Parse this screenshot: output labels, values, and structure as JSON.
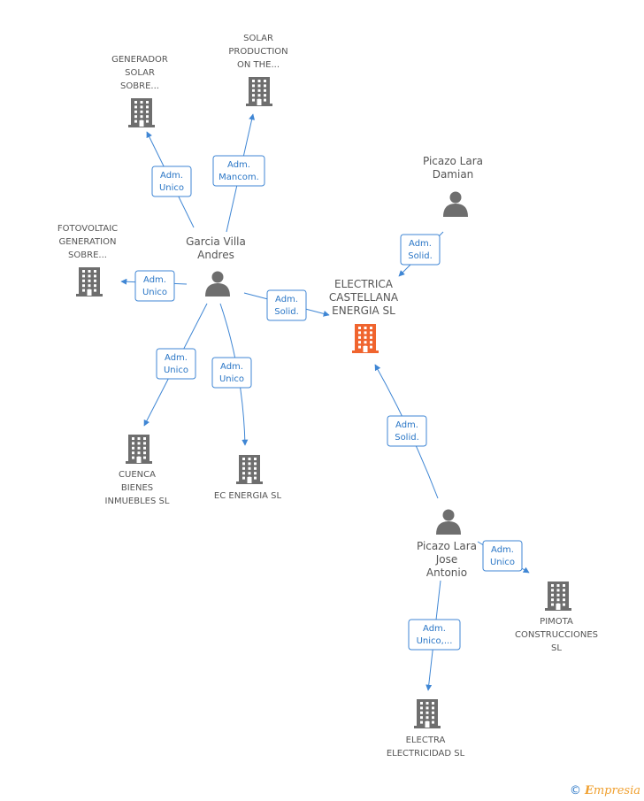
{
  "colors": {
    "building": "#6e6e6e",
    "main_building": "#f0642e",
    "person": "#6e6e6e",
    "edge": "#3f86d4"
  },
  "nodes": [
    {
      "id": "generador",
      "type": "company",
      "icon": "building-icon",
      "lines": [
        "GENERADOR",
        "SOLAR",
        "SOBRE..."
      ]
    },
    {
      "id": "solar_prod",
      "type": "company",
      "icon": "building-icon",
      "lines": [
        "SOLAR",
        "PRODUCTION",
        "ON THE..."
      ]
    },
    {
      "id": "fotovoltaic",
      "type": "company",
      "icon": "building-icon",
      "lines": [
        "FOTOVOLTAIC",
        "GENERATION",
        "SOBRE..."
      ]
    },
    {
      "id": "garcia",
      "type": "person",
      "icon": "person-icon",
      "lines": [
        "Garcia Villa",
        "Andres"
      ]
    },
    {
      "id": "picazo_damian",
      "type": "person",
      "icon": "person-icon",
      "lines": [
        "Picazo Lara",
        "Damian"
      ]
    },
    {
      "id": "electrica",
      "type": "main",
      "icon": "building-icon",
      "lines": [
        "ELECTRICA",
        "CASTELLANA",
        "ENERGIA SL"
      ]
    },
    {
      "id": "cuenca",
      "type": "company",
      "icon": "building-icon",
      "lines": [
        "CUENCA",
        "BIENES",
        "INMUEBLES SL"
      ]
    },
    {
      "id": "ec_energia",
      "type": "company",
      "icon": "building-icon",
      "lines": [
        "EC ENERGIA SL"
      ]
    },
    {
      "id": "picazo_jose",
      "type": "person",
      "icon": "person-icon",
      "lines": [
        "Picazo Lara",
        "Jose",
        "Antonio"
      ]
    },
    {
      "id": "pimota",
      "type": "company",
      "icon": "building-icon",
      "lines": [
        "PIMOTA",
        "CONSTRUCCIONES",
        "SL"
      ]
    },
    {
      "id": "electra",
      "type": "company",
      "icon": "building-icon",
      "lines": [
        "ELECTRA",
        "ELECTRICIDAD SL"
      ]
    }
  ],
  "edges": [
    {
      "from": "garcia",
      "to": "generador",
      "lines": [
        "Adm.",
        "Unico"
      ]
    },
    {
      "from": "garcia",
      "to": "solar_prod",
      "lines": [
        "Adm.",
        "Mancom."
      ]
    },
    {
      "from": "garcia",
      "to": "fotovoltaic",
      "lines": [
        "Adm.",
        "Unico"
      ]
    },
    {
      "from": "garcia",
      "to": "electrica",
      "lines": [
        "Adm.",
        "Solid."
      ]
    },
    {
      "from": "garcia",
      "to": "cuenca",
      "lines": [
        "Adm.",
        "Unico"
      ]
    },
    {
      "from": "garcia",
      "to": "ec_energia",
      "lines": [
        "Adm.",
        "Unico"
      ]
    },
    {
      "from": "picazo_damian",
      "to": "electrica",
      "lines": [
        "Adm.",
        "Solid."
      ]
    },
    {
      "from": "picazo_jose",
      "to": "electrica",
      "lines": [
        "Adm.",
        "Solid."
      ]
    },
    {
      "from": "picazo_jose",
      "to": "pimota",
      "lines": [
        "Adm.",
        "Unico"
      ]
    },
    {
      "from": "picazo_jose",
      "to": "electra",
      "lines": [
        "Adm.",
        "Unico,..."
      ]
    }
  ],
  "brand": {
    "copyright": "©",
    "name_first": "E",
    "name_rest": "mpresia"
  }
}
